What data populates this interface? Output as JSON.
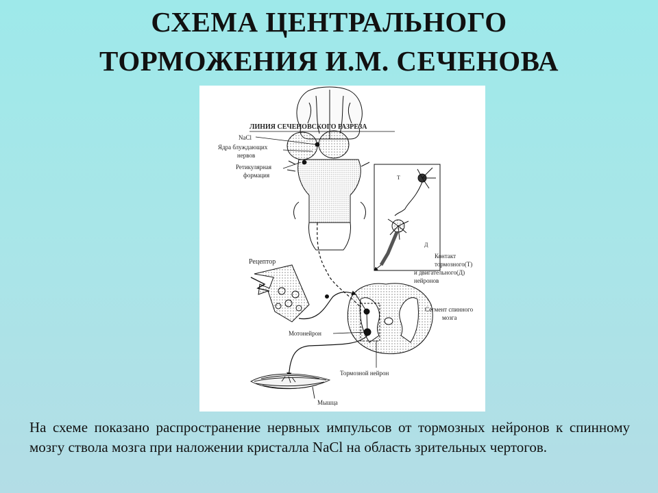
{
  "title": {
    "line1": "СХЕМА ЦЕНТРАЛЬНОГО",
    "line2": "ТОРМОЖЕНИЯ И.М. СЕЧЕНОВА"
  },
  "diagram": {
    "labels": {
      "cut_line": "ЛИНИЯ СЕЧЕНОВСКОГО РАЗРЕЗА",
      "nacl": "NaCl",
      "vagus_1": "Ядра блуждающих",
      "vagus_2": "нервов",
      "reticular_1": "Ретикулярная",
      "reticular_2": "формация",
      "receptor": "Рецептор",
      "contact_1": "Контакт",
      "contact_2": "тормозного(Т)",
      "contact_3": "и двигательного(Д)",
      "contact_4": "нейронов",
      "segment_1": "Сегмент спинного",
      "segment_2": "мозга",
      "motoneuron": "Мотонейрон",
      "inhibitory": "Тормозной нейрон",
      "muscle": "Мышца",
      "t_mark": "Т",
      "d_mark": "Д"
    }
  },
  "caption": "На схеме показано распространение нервных импульсов от тормозных нейронов к спинному мозгу ствола мозга при наложении кристалла NaCl на область зрительных чертогов."
}
